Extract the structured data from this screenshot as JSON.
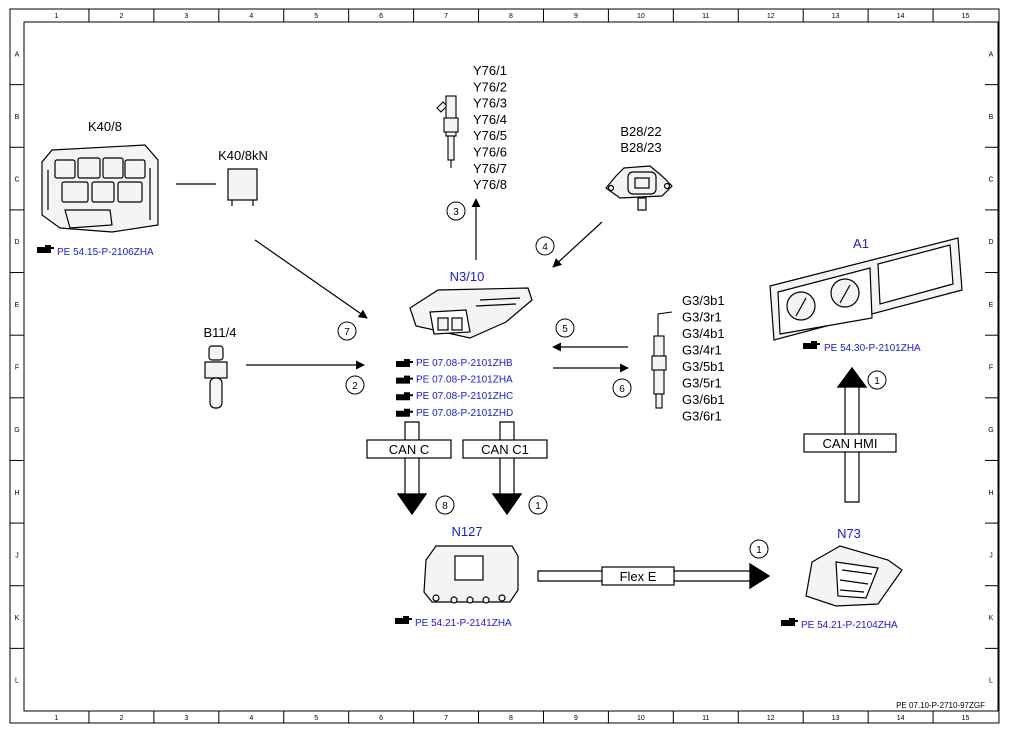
{
  "grid": {
    "columns": [
      "1",
      "2",
      "3",
      "4",
      "5",
      "6",
      "7",
      "8",
      "9",
      "10",
      "11",
      "12",
      "13",
      "14",
      "15"
    ],
    "rows": [
      "A",
      "B",
      "C",
      "D",
      "E",
      "F",
      "G",
      "H",
      "J",
      "K",
      "L"
    ]
  },
  "components": {
    "k40_8": {
      "label": "K40/8",
      "ref": "PE 54.15-P-2106ZHA"
    },
    "k40_8kn": {
      "label": "K40/8kN"
    },
    "y76": {
      "labels": [
        "Y76/1",
        "Y76/2",
        "Y76/3",
        "Y76/4",
        "Y76/5",
        "Y76/6",
        "Y76/7",
        "Y76/8"
      ]
    },
    "b28": {
      "labels": [
        "B28/22",
        "B28/23"
      ]
    },
    "a1": {
      "label": "A1",
      "ref": "PE 54.30-P-2101ZHA"
    },
    "n3_10": {
      "label": "N3/10",
      "refs": [
        "PE 07.08-P-2101ZHB",
        "PE 07.08-P-2101ZHA",
        "PE 07.08-P-2101ZHC",
        "PE 07.08-P-2101ZHD"
      ]
    },
    "b11_4": {
      "label": "B11/4"
    },
    "g3": {
      "labels": [
        "G3/3b1",
        "G3/3r1",
        "G3/4b1",
        "G3/4r1",
        "G3/5b1",
        "G3/5r1",
        "G3/6b1",
        "G3/6r1"
      ]
    },
    "n127": {
      "label": "N127",
      "ref": "PE 54.21-P-2141ZHA"
    },
    "n73": {
      "label": "N73",
      "ref": "PE 54.21-P-2104ZHA"
    }
  },
  "signals": {
    "can_c": "CAN C",
    "can_c1": "CAN C1",
    "can_hmi": "CAN HMI",
    "flex_e": "Flex E"
  },
  "markers": [
    "1",
    "2",
    "3",
    "4",
    "5",
    "6",
    "7",
    "8"
  ],
  "document_ref": "PE 07.10-P-2710-97ZGF"
}
